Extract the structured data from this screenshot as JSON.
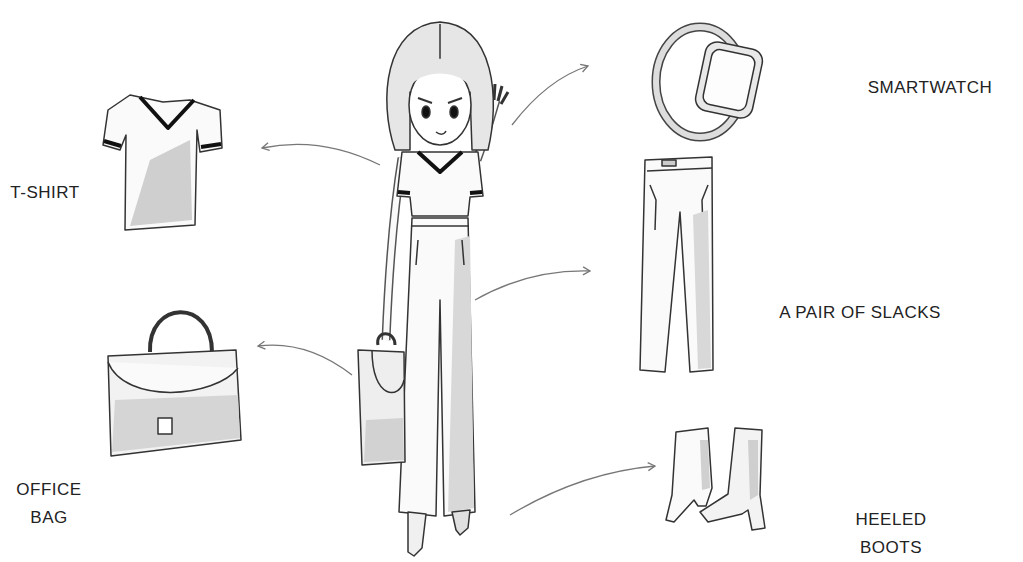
{
  "diagram": {
    "labels": [
      "SMARTWATCH",
      "T-SHIRT",
      "A PAIR OF SLACKS",
      "OFFICE BAG",
      "HEELED BOOTS"
    ]
  }
}
